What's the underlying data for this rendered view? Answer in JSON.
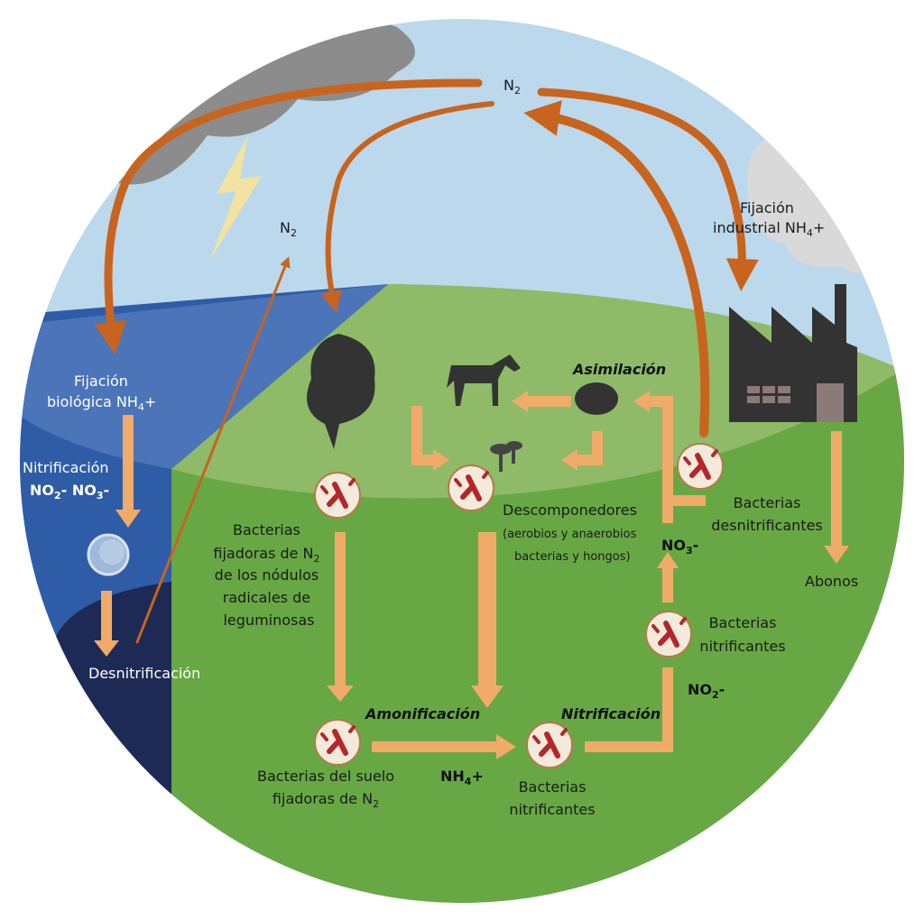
{
  "colors": {
    "sky": "#bcd8ec",
    "ocean_top": "#4b74b9",
    "ocean_wall": "#2f5ca6",
    "deep": "#1d2a55",
    "land_top": "#8fba68",
    "land": "#68a844",
    "dark_arrow": "#c8641e",
    "light_arrow": "#f0ab68",
    "bacteria_fill": "#f3eadb",
    "bacteria_red": "#b3262a",
    "silhouette": "#333333"
  },
  "labels": {
    "n2_top": {
      "main": "N",
      "sub": "2"
    },
    "n2_left": {
      "main": "N",
      "sub": "2"
    },
    "fijacion_industrial": {
      "line1": "Fijación",
      "line2": "industrial NH",
      "sub": "4",
      "tail": "+"
    },
    "fijacion_biologica": {
      "line1": "Fijación",
      "line2": "biológica NH",
      "sub": "4",
      "tail": "+"
    },
    "nitrificacion_ocean": {
      "line1": "Nitrificación",
      "a": "NO",
      "a_sub": "2",
      "a_tail": "- NO",
      "b_sub": "3",
      "b_tail": "-"
    },
    "desnitrificacion": "Desnitrificación",
    "asimilacion": "Asimilación",
    "bacterias_fijadoras": {
      "l1": "Bacterias",
      "l2": "fijadoras de  N",
      "l2_sub": "2",
      "l3": "de los nódulos",
      "l4": "radicales de",
      "l5": "leguminosas"
    },
    "descomponedores": {
      "l1": "Descomponedores",
      "l2": "(aerobios y anaerobios",
      "l3": "bacterias y hongos)"
    },
    "bacterias_desnitrificantes": {
      "l1": "Bacterias",
      "l2": "desnitrificantes"
    },
    "no3_land": {
      "main": "NO",
      "sub": "3",
      "tail": "-"
    },
    "abonos": "Abonos",
    "bacterias_nitrificantes_right": {
      "l1": "Bacterias",
      "l2": "nitrificantes"
    },
    "no2_land": {
      "main": "NO",
      "sub": "2",
      "tail": "-"
    },
    "amonificacion": "Amonificación",
    "nitrificacion_land": "Nitrificación",
    "bacterias_suelo": {
      "l1": "Bacterias del suelo",
      "l2": "fijadoras de N",
      "l2_sub": "2"
    },
    "nh4": {
      "main": "NH",
      "sub": "4",
      "tail": "+"
    },
    "bacterias_nitrificantes_bottom": {
      "l1": "Bacterias",
      "l2": "nitrificantes"
    }
  }
}
